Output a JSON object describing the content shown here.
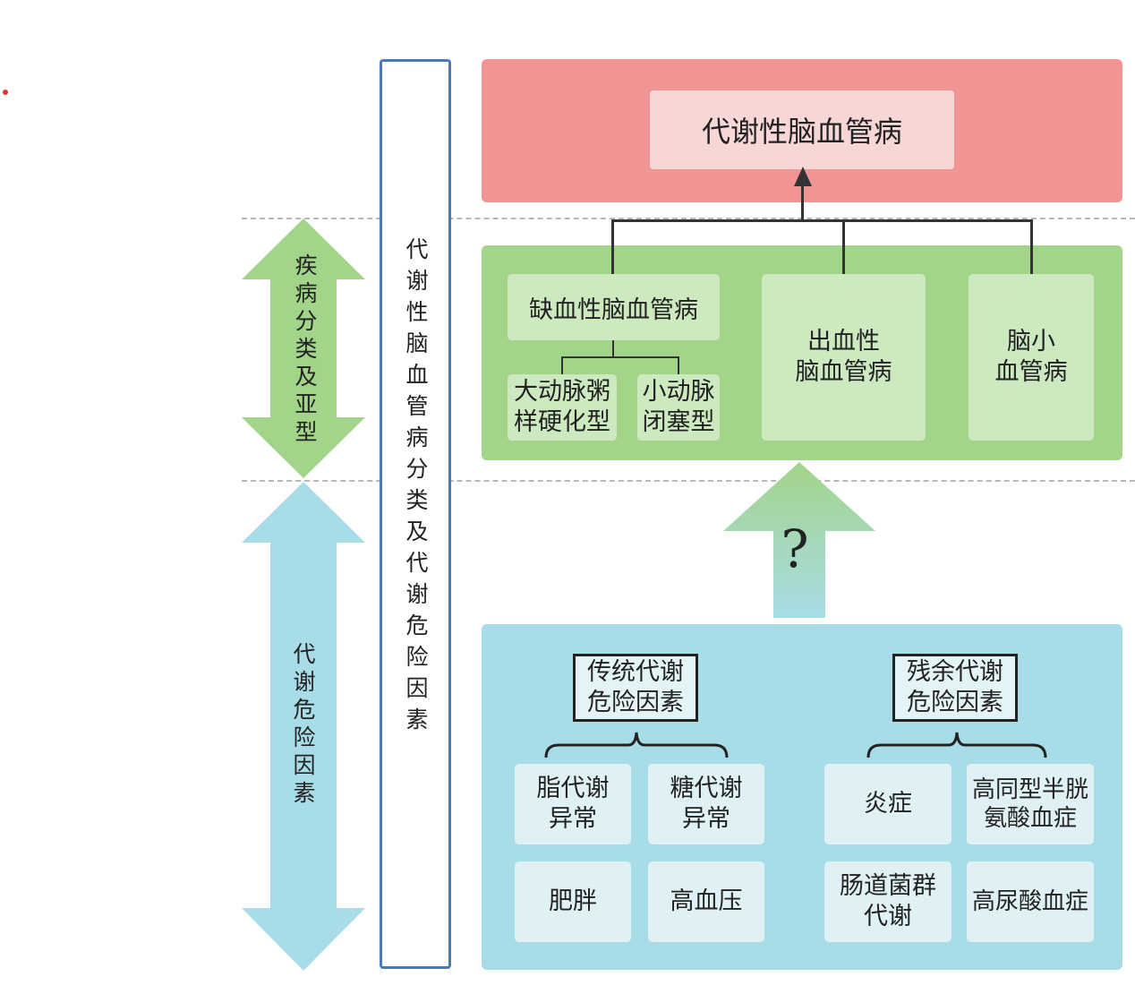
{
  "colors": {
    "red_panel": "#f09494",
    "green_panel": "#a2d48a",
    "blue_panel": "#a8dce6",
    "green_arrow": "#a2d48a",
    "blue_arrow": "#a8dce6",
    "column_border": "#4a7ab8"
  },
  "side_labels": {
    "classification": "疾病分类及亚型",
    "risk_factors": "代谢危险因素"
  },
  "center_column": "代谢性脑血管病分类及代谢危险因素",
  "top": {
    "title": "代谢性脑血管病"
  },
  "middle": {
    "ischemic": "缺血性脑血管病",
    "atherosclerotic": "大动脉粥\n样硬化型",
    "small_artery": "小动脉\n闭塞型",
    "hemorrhagic": "出血性\n脑血管病",
    "small_vessel": "脑小\n血管病"
  },
  "question_mark": "?",
  "bottom": {
    "traditional": {
      "title": "传统代谢\n危险因素",
      "items": [
        "脂代谢\n异常",
        "糖代谢\n异常",
        "肥胖",
        "高血压"
      ]
    },
    "residual": {
      "title": "残余代谢\n危险因素",
      "items": [
        "炎症",
        "高同型半胱\n氨酸血症",
        "肠道菌群\n代谢",
        "高尿酸血症"
      ]
    }
  }
}
